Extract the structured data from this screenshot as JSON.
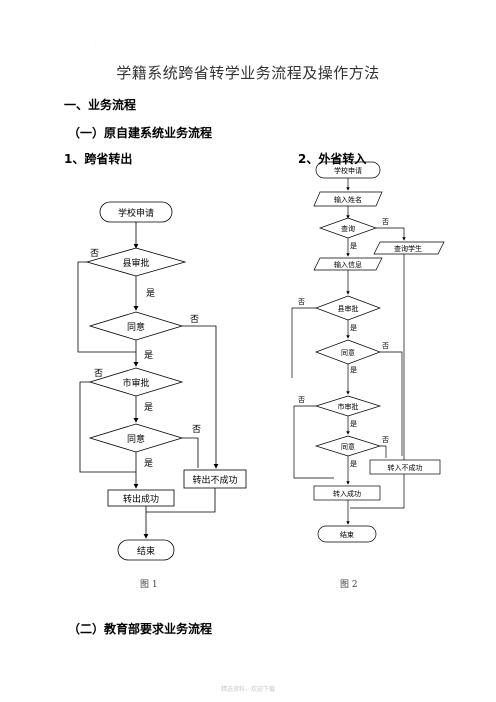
{
  "doc": {
    "title": "学籍系统跨省转学业务流程及操作方法",
    "section1": "一、业务流程",
    "subsection1": "（一）原自建系统业务流程",
    "flow1_heading": "1、跨省转出",
    "flow2_heading": "2、外省转入",
    "fig1_caption": "图 1",
    "fig2_caption": "图 2",
    "subsection2": "（二）教育部要求业务流程",
    "footer": "精选资料，欢迎下载"
  },
  "flow1": {
    "start": "学校申请",
    "county_approve": "县审批",
    "agree1": "同意",
    "city_approve": "市审批",
    "agree2": "同意",
    "fail": "转出不成功",
    "success": "转出成功",
    "end": "结束",
    "yes": "是",
    "no": "否"
  },
  "flow2": {
    "start": "学校申请",
    "input_student": "输入姓名",
    "exists": "查询",
    "add_student": "查询学生",
    "input_info": "输入信息",
    "county_approve": "县审批",
    "agree1": "同意",
    "city_approve": "市审批",
    "agree2": "同意",
    "fail": "转入不成功",
    "success": "转入成功",
    "end": "结束",
    "yes": "是",
    "no": "否"
  }
}
